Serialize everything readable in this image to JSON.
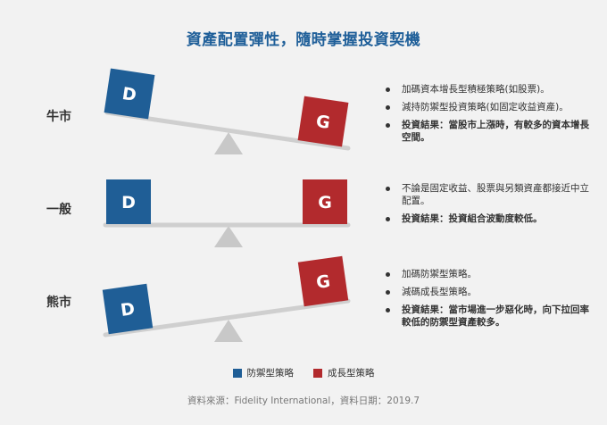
{
  "title": "資產配置彈性，隨時掌握投資契機",
  "colors": {
    "defensive": "#1f5e96",
    "growth": "#b22a2d",
    "beam": "#cfcfcf",
    "fulcrum": "#c8c8c8",
    "title": "#1f5f99"
  },
  "rows": [
    {
      "label": "牛市",
      "left_block": "D",
      "right_block": "G",
      "bullets": [
        {
          "text": "加碼資本增長型積極策略(如股票)。",
          "bold": false
        },
        {
          "text": "減持防禦型投資策略(如固定收益資產)。",
          "bold": false
        },
        {
          "text": "投資結果：當股市上漲時，有較多的資本增長空間。",
          "bold": true
        }
      ]
    },
    {
      "label": "一般",
      "left_block": "D",
      "right_block": "G",
      "bullets": [
        {
          "text": "不論是固定收益、股票與另類資產都接近中立配置。",
          "bold": false
        },
        {
          "text": "投資結果：投資組合波動度較低。",
          "bold": true
        }
      ]
    },
    {
      "label": "熊市",
      "left_block": "D",
      "right_block": "G",
      "bullets": [
        {
          "text": "加碼防禦型策略。",
          "bold": false
        },
        {
          "text": "減碼成長型策略。",
          "bold": false
        },
        {
          "text": "投資結果：當市場進一步惡化時，向下拉回率較低的防禦型資產較多。",
          "bold": true
        }
      ]
    }
  ],
  "legend": [
    {
      "label": "防禦型策略",
      "color_key": "defensive"
    },
    {
      "label": "成長型策略",
      "color_key": "growth"
    }
  ],
  "source": "資料來源：Fidelity International，資料日期：2019.7"
}
